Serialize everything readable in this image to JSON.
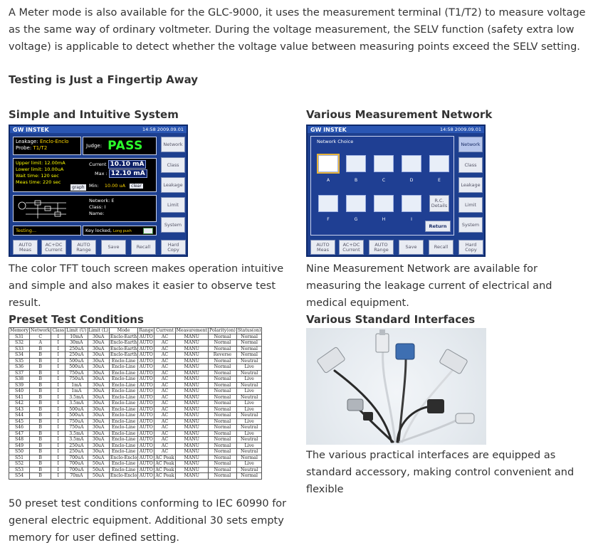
{
  "intro": "A Meter mode is also available for the GLC-9000, it uses the measurement terminal (T1/T2) to measure voltage as the same way of ordinary voltmeter. During the voltage measurement, the SELV function (safety extra low voltage) is applicable to detect whether the voltage value between measuring points exceed the SELV setting.",
  "heading_main": "Testing is Just a Fingertip Away",
  "sections": {
    "simple": {
      "title": "Simple and Intuitive System",
      "caption": "The color TFT touch screen makes operation intuitive and simple and also makes it easier to observe test result."
    },
    "network": {
      "title": "Various Measurement Network",
      "caption": "Nine Measurement Network are available for measuring the leakage current of electrical and medical equipment."
    },
    "preset": {
      "title": "Preset Test Conditions",
      "caption": "50 preset test conditions conforming to IEC 60990 for general electric equipment. Additional 30 sets empty memory for user defined setting."
    },
    "interfaces": {
      "title": "Various Standard Interfaces",
      "caption": "The various practical interfaces are equipped as standard accessory, making control convenient and flexible"
    }
  },
  "device1": {
    "brand": "GW INSTEK",
    "time": "14:58 2009.09.01",
    "leakage_label": "Leakage:",
    "leakage_value": "Enclo-Enclo",
    "probe_label": "Probe:",
    "probe_value": "T1/T2",
    "judge_label": "Judge:",
    "judge_value": "PASS",
    "upper_limit": "Upper limit: 12.00mA",
    "lower_limit": "Lower limit: 10.00uA",
    "wait_time": "Wait time:   120 sec",
    "meas_time": "Meas time: 220 sec",
    "graph_btn": "graph",
    "current_label": "Current",
    "current_value": "10.10 mA",
    "max_label": "Max :",
    "max_value": "12.10 mA",
    "min_label": "Min:",
    "min_value": "10.00 uA",
    "clear_btn": "clear",
    "network_label": "Network: E",
    "class_label": "Class:   I",
    "name_label": "Name:",
    "testing": "Testing...",
    "key_locked": "Key locked,",
    "long_push": "Long push",
    "side_buttons": [
      "Network",
      "Class",
      "Leakage",
      "Limit",
      "System"
    ],
    "bottom_buttons": [
      "AUTO Meas",
      "AC+DC Current",
      "AUTO Range",
      "Save",
      "Recall",
      "Hard Copy"
    ]
  },
  "device2": {
    "brand": "GW INSTEK",
    "time": "14:58 2009.09.01",
    "panel_title": "Network Choice",
    "networks": [
      "A",
      "B",
      "C",
      "D",
      "E",
      "F",
      "G",
      "H",
      "I"
    ],
    "rc_details": "R.C. Details",
    "return_btn": "Return",
    "side_buttons": [
      "Network",
      "Class",
      "Leakage",
      "Limit",
      "System"
    ],
    "bottom_buttons": [
      "AUTO Meas",
      "AC+DC Current",
      "AUTO Range",
      "Save",
      "Recall",
      "Hard Copy"
    ]
  },
  "preset_table": {
    "columns": [
      "Memory",
      "Network",
      "Class",
      "Limit (U)",
      "Limit (L)",
      "Mode",
      "Range",
      "Current",
      "Measurement",
      "Polarity(on)",
      "Status(on)"
    ],
    "rows": [
      [
        "S31",
        "C",
        "I",
        "10mA",
        "30uA",
        "Enclo-Earth",
        "AUTO",
        "AC",
        "MANU",
        "Normal",
        "Normal"
      ],
      [
        "S32",
        "A",
        "I",
        "30mA",
        "30uA",
        "Enclo-Earth",
        "AUTO",
        "AC",
        "MANU",
        "Normal",
        "Normal"
      ],
      [
        "S33",
        "B",
        "I",
        "250uA",
        "30uA",
        "Enclo-Earth",
        "AUTO",
        "AC",
        "MANU",
        "Normal",
        "Normal"
      ],
      [
        "S34",
        "B",
        "I",
        "250uA",
        "30uA",
        "Enclo-Earth",
        "AUTO",
        "AC",
        "MANU",
        "Reverse",
        "Normal"
      ],
      [
        "S35",
        "B",
        "I",
        "500uA",
        "30uA",
        "Enclo-Line",
        "AUTO",
        "AC",
        "MANU",
        "Normal",
        "Neutral"
      ],
      [
        "S36",
        "B",
        "I",
        "500uA",
        "30uA",
        "Enclo-Line",
        "AUTO",
        "AC",
        "MANU",
        "Normal",
        "Live"
      ],
      [
        "S37",
        "B",
        "I",
        "750uA",
        "30uA",
        "Enclo-Line",
        "AUTO",
        "AC",
        "MANU",
        "Normal",
        "Neutral"
      ],
      [
        "S38",
        "B",
        "I",
        "750uA",
        "30uA",
        "Enclo-Line",
        "AUTO",
        "AC",
        "MANU",
        "Normal",
        "Live"
      ],
      [
        "S39",
        "B",
        "I",
        "1mA",
        "30uA",
        "Enclo-Line",
        "AUTO",
        "AC",
        "MANU",
        "Normal",
        "Neutral"
      ],
      [
        "S40",
        "B",
        "I",
        "1mA",
        "30uA",
        "Enclo-Line",
        "AUTO",
        "AC",
        "MANU",
        "Normal",
        "Live"
      ],
      [
        "S41",
        "B",
        "I",
        "3.5mA",
        "30uA",
        "Enclo-Line",
        "AUTO",
        "AC",
        "MANU",
        "Normal",
        "Neutral"
      ],
      [
        "S42",
        "B",
        "I",
        "3.5mA",
        "30uA",
        "Enclo-Line",
        "AUTO",
        "AC",
        "MANU",
        "Normal",
        "Live"
      ],
      [
        "S43",
        "B",
        "I",
        "500uA",
        "30uA",
        "Enclo-Line",
        "AUTO",
        "AC",
        "MANU",
        "Normal",
        "Live"
      ],
      [
        "S44",
        "B",
        "I",
        "500uA",
        "30uA",
        "Enclo-Line",
        "AUTO",
        "AC",
        "MANU",
        "Normal",
        "Neutral"
      ],
      [
        "S45",
        "B",
        "I",
        "750uA",
        "30uA",
        "Enclo-Line",
        "AUTO",
        "AC",
        "MANU",
        "Normal",
        "Live"
      ],
      [
        "S46",
        "B",
        "I",
        "750uA",
        "30uA",
        "Enclo-Line",
        "AUTO",
        "AC",
        "MANU",
        "Normal",
        "Neutral"
      ],
      [
        "S47",
        "B",
        "I",
        "3.5mA",
        "30uA",
        "Enclo-Line",
        "AUTO",
        "AC",
        "MANU",
        "Normal",
        "Live"
      ],
      [
        "S48",
        "B",
        "I",
        "3.5mA",
        "30uA",
        "Enclo-Line",
        "AUTO",
        "AC",
        "MANU",
        "Normal",
        "Neutral"
      ],
      [
        "S49",
        "B",
        "I",
        "250uA",
        "30uA",
        "Enclo-Line",
        "AUTO",
        "AC",
        "MANU",
        "Normal",
        "Live"
      ],
      [
        "S50",
        "B",
        "I",
        "250uA",
        "30uA",
        "Enclo-Line",
        "AUTO",
        "AC",
        "MANU",
        "Normal",
        "Neutral"
      ],
      [
        "S51",
        "B",
        "I",
        "700uA",
        "50uA",
        "Enclo-Enclo",
        "AUTO",
        "AC Peak",
        "MANU",
        "Normal",
        "Normal"
      ],
      [
        "S52",
        "B",
        "I",
        "700uA",
        "50uA",
        "Enclo-Line",
        "AUTO",
        "AC Peak",
        "MANU",
        "Normal",
        "Live"
      ],
      [
        "S53",
        "B",
        "I",
        "700uA",
        "50uA",
        "Enclo-Line",
        "AUTO",
        "AC Peak",
        "MANU",
        "Normal",
        "Neutral"
      ],
      [
        "S54",
        "B",
        "I",
        "70mA",
        "50uA",
        "Enclo-Enclo",
        "AUTO",
        "AC Peak",
        "MANU",
        "Normal",
        "Normal"
      ]
    ]
  }
}
